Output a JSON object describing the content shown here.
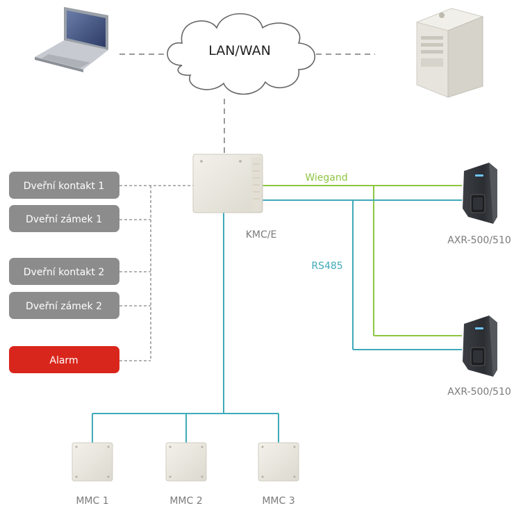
{
  "network_label": "LAN/WAN",
  "controller_label": "KMC/E",
  "bus_labels": {
    "wiegand": "Wiegand",
    "rs485": "RS485"
  },
  "inputs": [
    {
      "label": "Dveřní kontakt 1"
    },
    {
      "label": "Dveřní zámek 1"
    },
    {
      "label": "Dveřní kontakt 2"
    },
    {
      "label": "Dveřní zámek 2"
    },
    {
      "label": "Alarm"
    }
  ],
  "readers": [
    {
      "label": "AXR-500/510"
    },
    {
      "label": "AXR-500/510"
    }
  ],
  "modules": [
    {
      "label": "MMC 1"
    },
    {
      "label": "MMC 2"
    },
    {
      "label": "MMC 3"
    }
  ],
  "colors": {
    "wiegand": "#8dc63f",
    "rs485": "#3fa9b9",
    "input_box": "#8c8c8c",
    "alarm_box": "#d9261c",
    "dashed": "#999999",
    "label_text": "#7a7a7a"
  }
}
